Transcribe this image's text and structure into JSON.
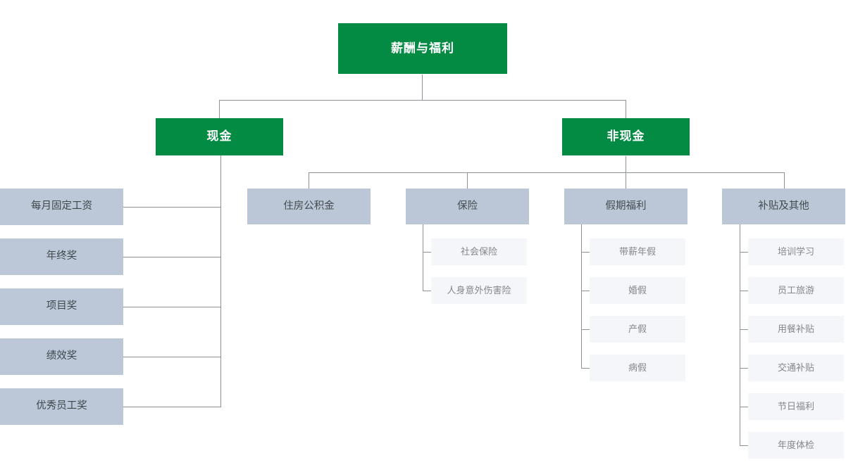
{
  "diagram": {
    "title": "薪酬与福利",
    "type": "org-tree",
    "colors": {
      "green": "#038a43",
      "mid_blue_gray": "#bbc7d6",
      "leaf_gray": "#f4f6f9",
      "connector": "#8d9297",
      "root_text": "#ffffff",
      "mid_text": "#444b52",
      "leaf_text": "#83878c"
    },
    "root": {
      "label": "薪酬与福利"
    },
    "branches": [
      {
        "label": "现金",
        "children": [
          {
            "label": "每月固定工资"
          },
          {
            "label": "年终奖"
          },
          {
            "label": "项目奖"
          },
          {
            "label": "绩效奖"
          },
          {
            "label": "优秀员工奖"
          }
        ]
      },
      {
        "label": "非现金",
        "children": [
          {
            "label": "住房公积金",
            "leaves": []
          },
          {
            "label": "保险",
            "leaves": [
              {
                "label": "社会保险"
              },
              {
                "label": "人身意外伤害险"
              }
            ]
          },
          {
            "label": "假期福利",
            "leaves": [
              {
                "label": "带薪年假"
              },
              {
                "label": "婚假"
              },
              {
                "label": "产假"
              },
              {
                "label": "病假"
              }
            ]
          },
          {
            "label": "补贴及其他",
            "leaves": [
              {
                "label": "培训学习"
              },
              {
                "label": "员工旅游"
              },
              {
                "label": "用餐补贴"
              },
              {
                "label": "交通补贴"
              },
              {
                "label": "节日福利"
              },
              {
                "label": "年度体检"
              }
            ]
          }
        ]
      }
    ]
  }
}
